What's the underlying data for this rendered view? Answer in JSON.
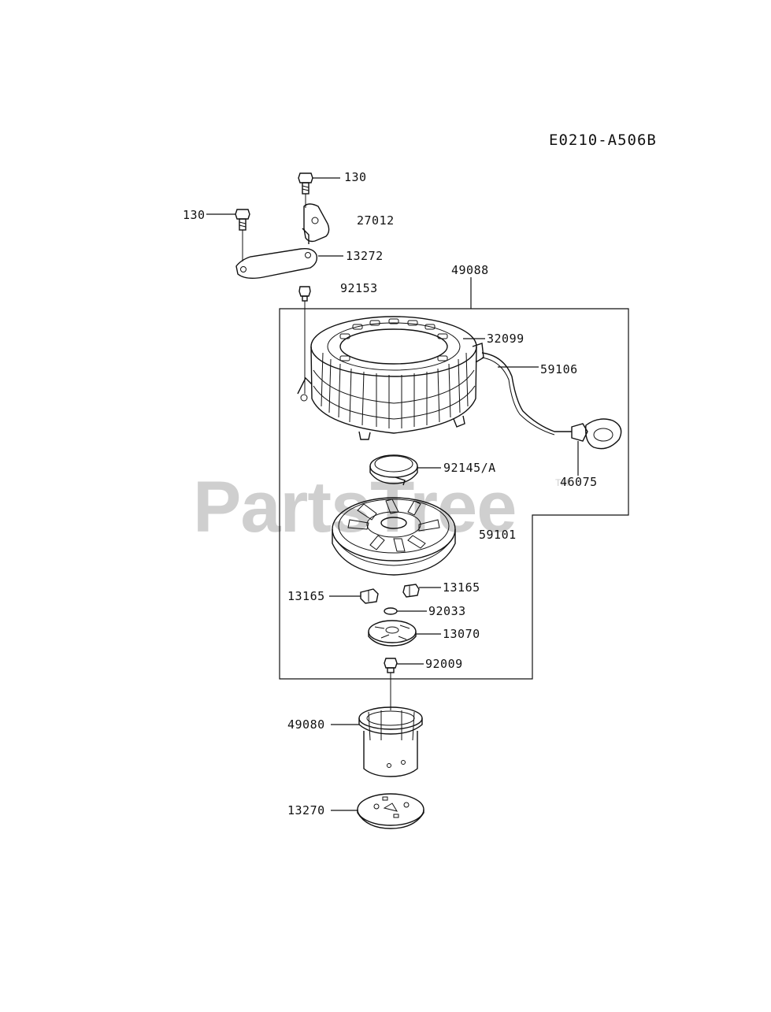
{
  "diagram_code": "E0210-A506B",
  "watermark": "PartsTree",
  "watermark_mark": "TM",
  "parts": {
    "p130_top": "130",
    "p130_left": "130",
    "p27012": "27012",
    "p13272": "13272",
    "p92153": "92153",
    "p49088": "49088",
    "p32099": "32099",
    "p59106": "59106",
    "p46075": "46075",
    "p92145A": "92145/A",
    "p59101": "59101",
    "p13165_left": "13165",
    "p13165_right": "13165",
    "p92033": "92033",
    "p13070": "13070",
    "p92009": "92009",
    "p49080": "49080",
    "p13270": "13270"
  }
}
